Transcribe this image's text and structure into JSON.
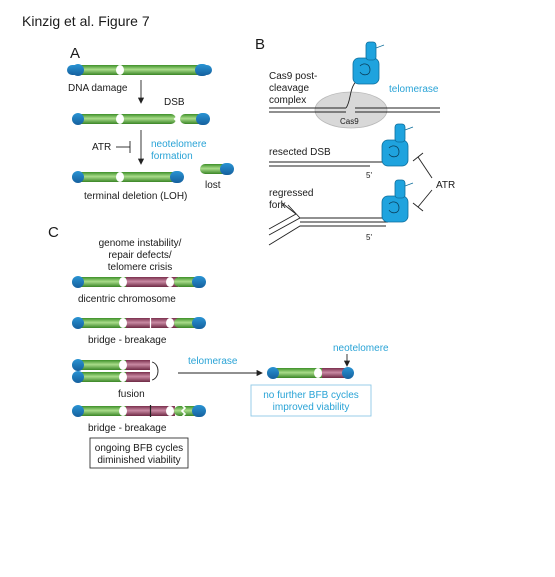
{
  "figure_title": "Kinzig et al. Figure 7",
  "panels": {
    "A": {
      "letter": "A",
      "dna_damage": "DNA damage",
      "dsb": "DSB",
      "atr": "ATR",
      "neotelomere_formation_1": "neotelomere",
      "neotelomere_formation_2": "formation",
      "lost": "lost",
      "terminal_deletion": "terminal deletion (LOH)"
    },
    "B": {
      "letter": "B",
      "cas9_complex_1": "Cas9 post-",
      "cas9_complex_2": "cleavage",
      "cas9_complex_3": "complex",
      "telomerase": "telomerase",
      "cas9": "Cas9",
      "resected_dsb": "resected DSB",
      "five_prime_1": "5'",
      "five_prime_2": "5'",
      "atr": "ATR",
      "regressed_1": "regressed",
      "regressed_2": "fork"
    },
    "C": {
      "letter": "C",
      "genome_1": "genome instability/",
      "genome_2": "repair defects/",
      "genome_3": "telomere crisis",
      "dicentric": "dicentric chromosome",
      "bridge_breakage_1": "bridge - breakage",
      "fusion": "fusion",
      "telomerase": "telomerase",
      "neotelomere": "neotelomere",
      "bridge_breakage_2": "bridge - breakage",
      "no_further_1": "no further BFB cycles",
      "no_further_2": "improved viability",
      "ongoing_1": "ongoing BFB cycles",
      "ongoing_2": "diminished viability"
    }
  },
  "colors": {
    "chromatid_green": "#5cae3c",
    "telomere_blue": "#1a7fc4",
    "chromatid_maroon": "#9a4a68",
    "label_blue": "#29a3d6",
    "telomerase_blue": "#1fa3de"
  }
}
